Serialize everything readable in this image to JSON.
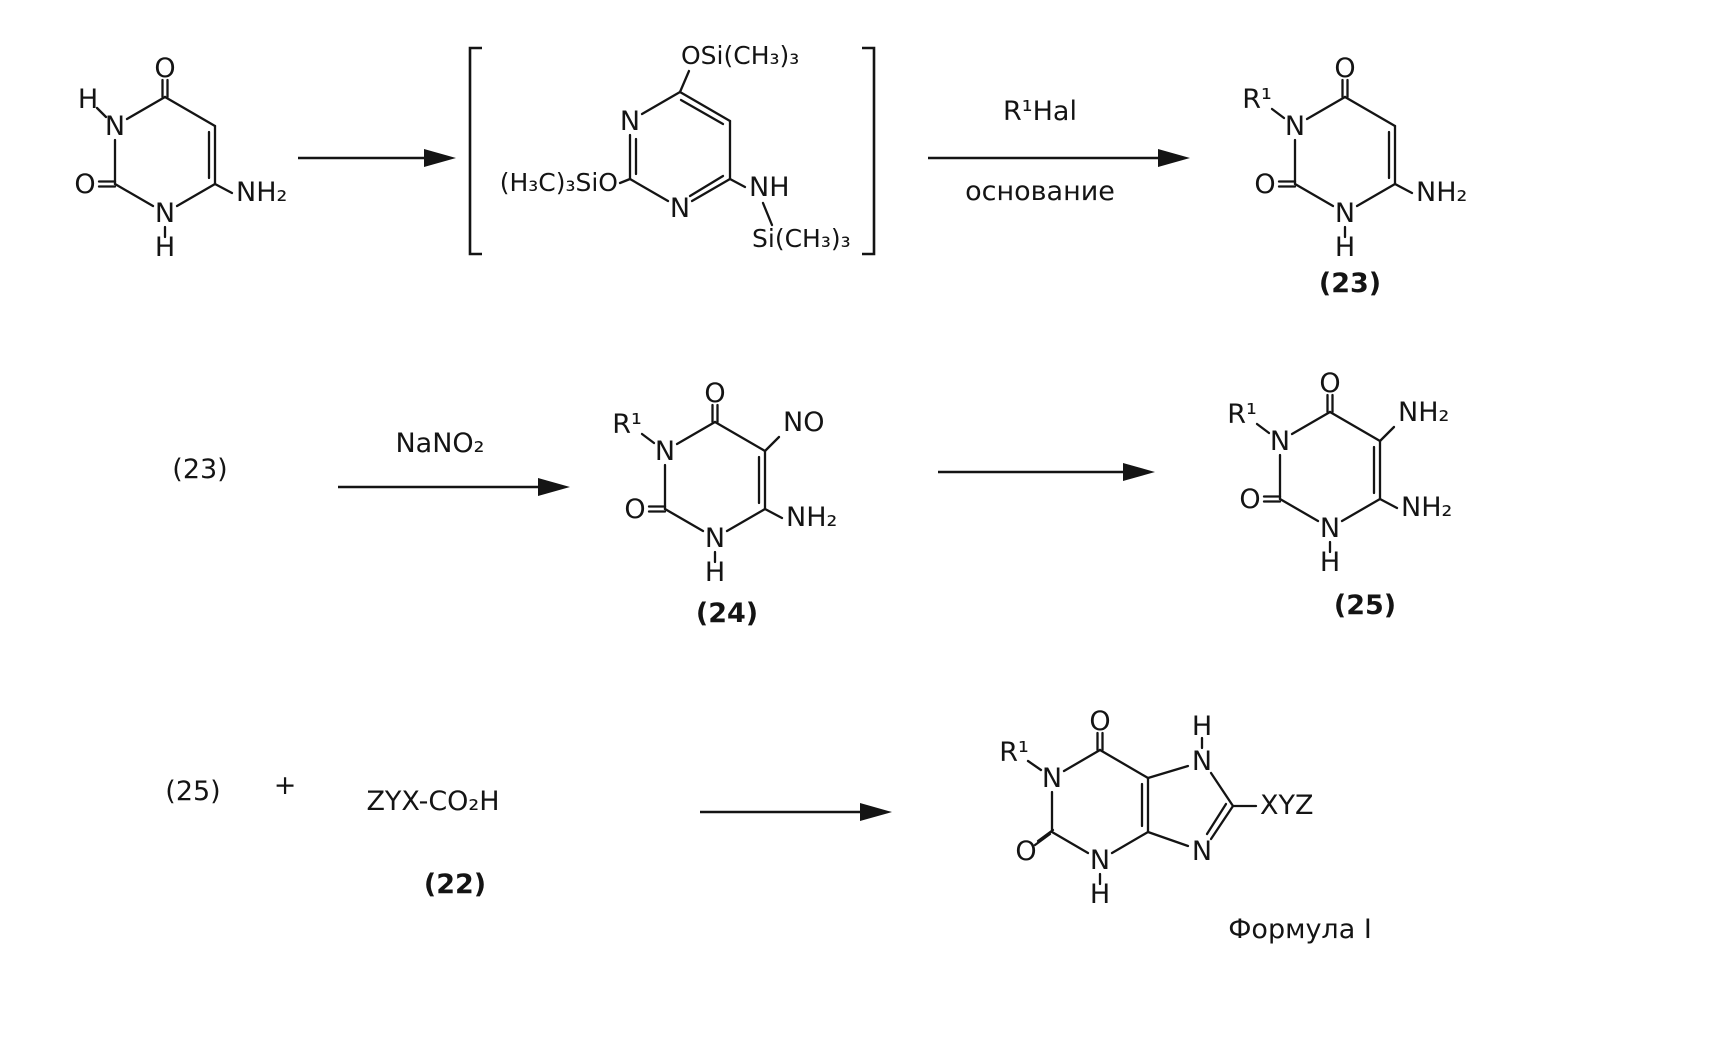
{
  "atoms": {
    "O": "O",
    "N": "N",
    "H": "H",
    "NH": "NH",
    "NH2": "NH₂",
    "NO": "NO",
    "R1": "R¹",
    "XYZ": "XYZ"
  },
  "groups": {
    "osi_top": "OSi(CH₃)₃",
    "sio_left": "(H₃C)₃SiO",
    "si_bottom": "Si(CH₃)₃"
  },
  "reagents": {
    "r1hal": "R¹Hal",
    "base": "основание",
    "nano2": "NaNO₂",
    "acid": "ZYX-CO₂H",
    "plus": "+"
  },
  "labels": {
    "c22": "(22)",
    "c23": "(23)",
    "c24": "(24)",
    "c25": "(25)",
    "formula": "Формула I"
  }
}
